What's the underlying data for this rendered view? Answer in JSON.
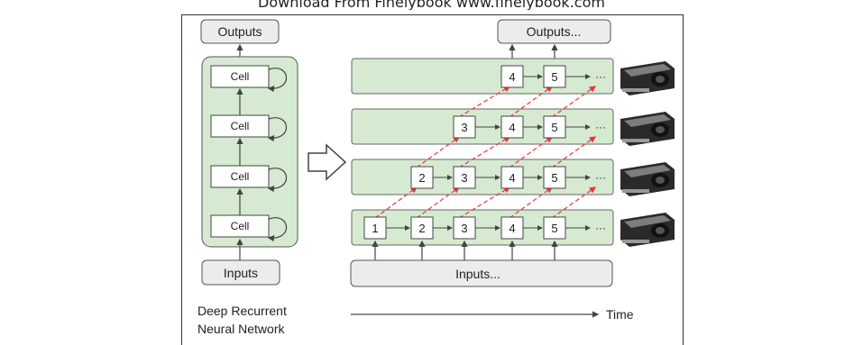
{
  "header_text": "Download From Finelybook www.finelybook.com",
  "left": {
    "outputs_label": "Outputs",
    "inputs_label": "Inputs",
    "cells": [
      "Cell",
      "Cell",
      "Cell",
      "Cell"
    ],
    "caption_line1": "Deep Recurrent",
    "caption_line2": "Neural Network"
  },
  "right": {
    "outputs_label": "Outputs...",
    "inputs_label": "Inputs...",
    "rows": [
      {
        "steps": [
          "4",
          "5"
        ]
      },
      {
        "steps": [
          "3",
          "4",
          "5"
        ]
      },
      {
        "steps": [
          "2",
          "3",
          "4",
          "5"
        ]
      },
      {
        "steps": [
          "1",
          "2",
          "3",
          "4",
          "5"
        ]
      }
    ],
    "ellipsis": "···",
    "time_label": "Time"
  },
  "colors": {
    "layer_fill": "#d6ead2",
    "box_fill": "#ececec",
    "border": "#444444",
    "dependency": "#e8343a",
    "gpu_body": "#2a2a2a",
    "gpu_shroud": "#7d7d7d"
  },
  "icons": [
    "arrow-right-outline-icon",
    "gpu-card-icon"
  ]
}
